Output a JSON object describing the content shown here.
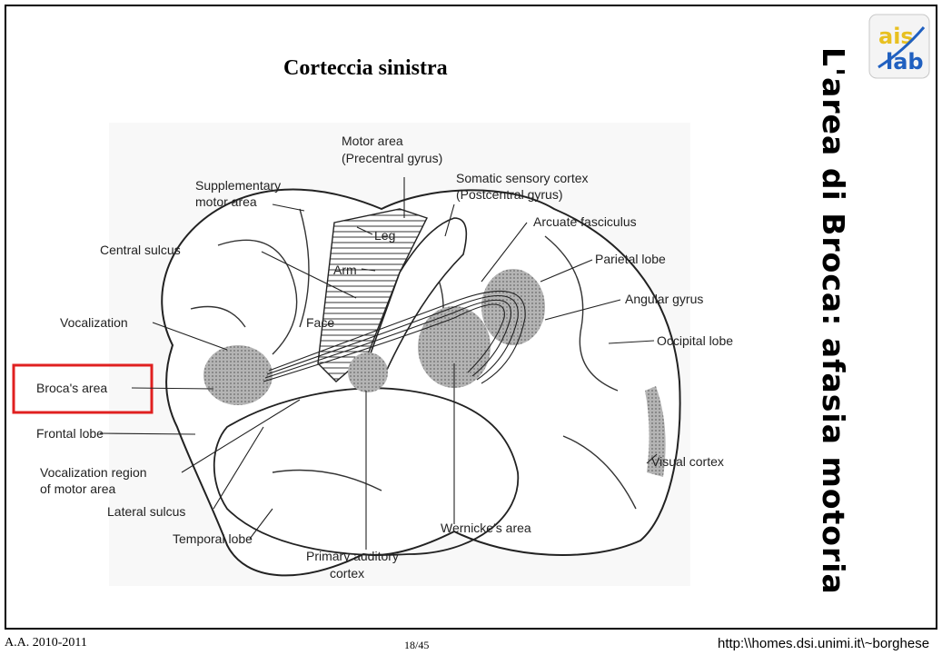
{
  "slide": {
    "figure_title": "Corteccia sinistra",
    "vertical_title": "L'area di Broca: afasia motoria",
    "logo_top": "ais",
    "logo_bottom": "lab"
  },
  "labels": {
    "motor_area_1": "Motor area",
    "motor_area_2": "(Precentral gyrus)",
    "supplementary_1": "Supplementary",
    "supplementary_2": "motor area",
    "somatic_1": "Somatic sensory cortex",
    "somatic_2": "(Postcentral gyrus)",
    "arcuate": "Arcuate fasciculus",
    "central_sulcus": "Central sulcus",
    "leg": "Leg",
    "arm": "Arm",
    "face": "Face",
    "parietal": "Parietal lobe",
    "angular": "Angular gyrus",
    "vocalization": "Vocalization",
    "occipital": "Occipital lobe",
    "broca": "Broca's area",
    "frontal": "Frontal lobe",
    "vocal_region_1": "Vocalization region",
    "vocal_region_2": "of motor area",
    "visual": "Visual cortex",
    "lateral": "Lateral sulcus",
    "wernicke": "Wernicke's area",
    "temporal": "Temporal lobe",
    "primary_aud_1": "Primary auditory",
    "primary_aud_2": "cortex"
  },
  "footer": {
    "year": "A.A. 2010-2011",
    "page": "18/45",
    "url": "http:\\\\homes.dsi.unimi.it\\~borghese"
  },
  "colors": {
    "highlight_box": "#e02020",
    "shaded_area": "#9a9a9a",
    "logo_yellow": "#e8c020",
    "logo_blue": "#2060c0"
  }
}
